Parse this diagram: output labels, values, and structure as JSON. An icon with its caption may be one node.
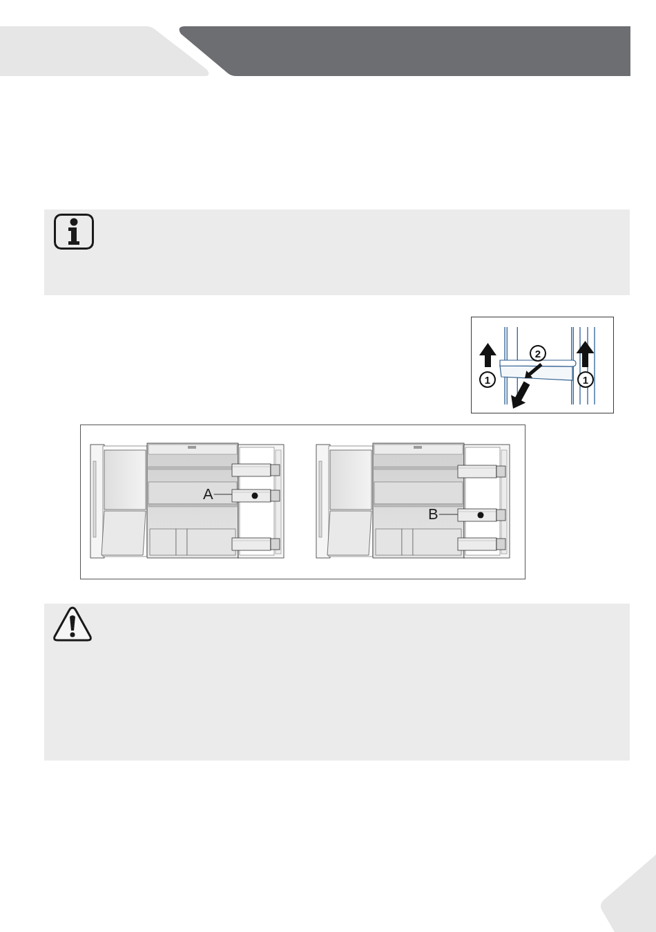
{
  "diagram": {
    "nodes": [
      {
        "text": [],
        "shape": "box"
      },
      {
        "text": [
          "A"
        ]
      },
      {
        "text": [],
        "shape": "box"
      },
      {
        "text": [],
        "shape": "box"
      },
      {
        "text": [],
        "shape": "box"
      },
      {
        "text": [
          "B"
        ]
      },
      {
        "text": [],
        "shape": "box"
      },
      {
        "text": [],
        "shape": "box"
      }
    ],
    "edges": [
      {
        "from": 1,
        "to": 2,
        "arrow": "none"
      },
      {
        "from": 5,
        "to": 6,
        "arrow": "none"
      }
    ],
    "labels": [
      "2",
      "1",
      "1"
    ]
  }
}
